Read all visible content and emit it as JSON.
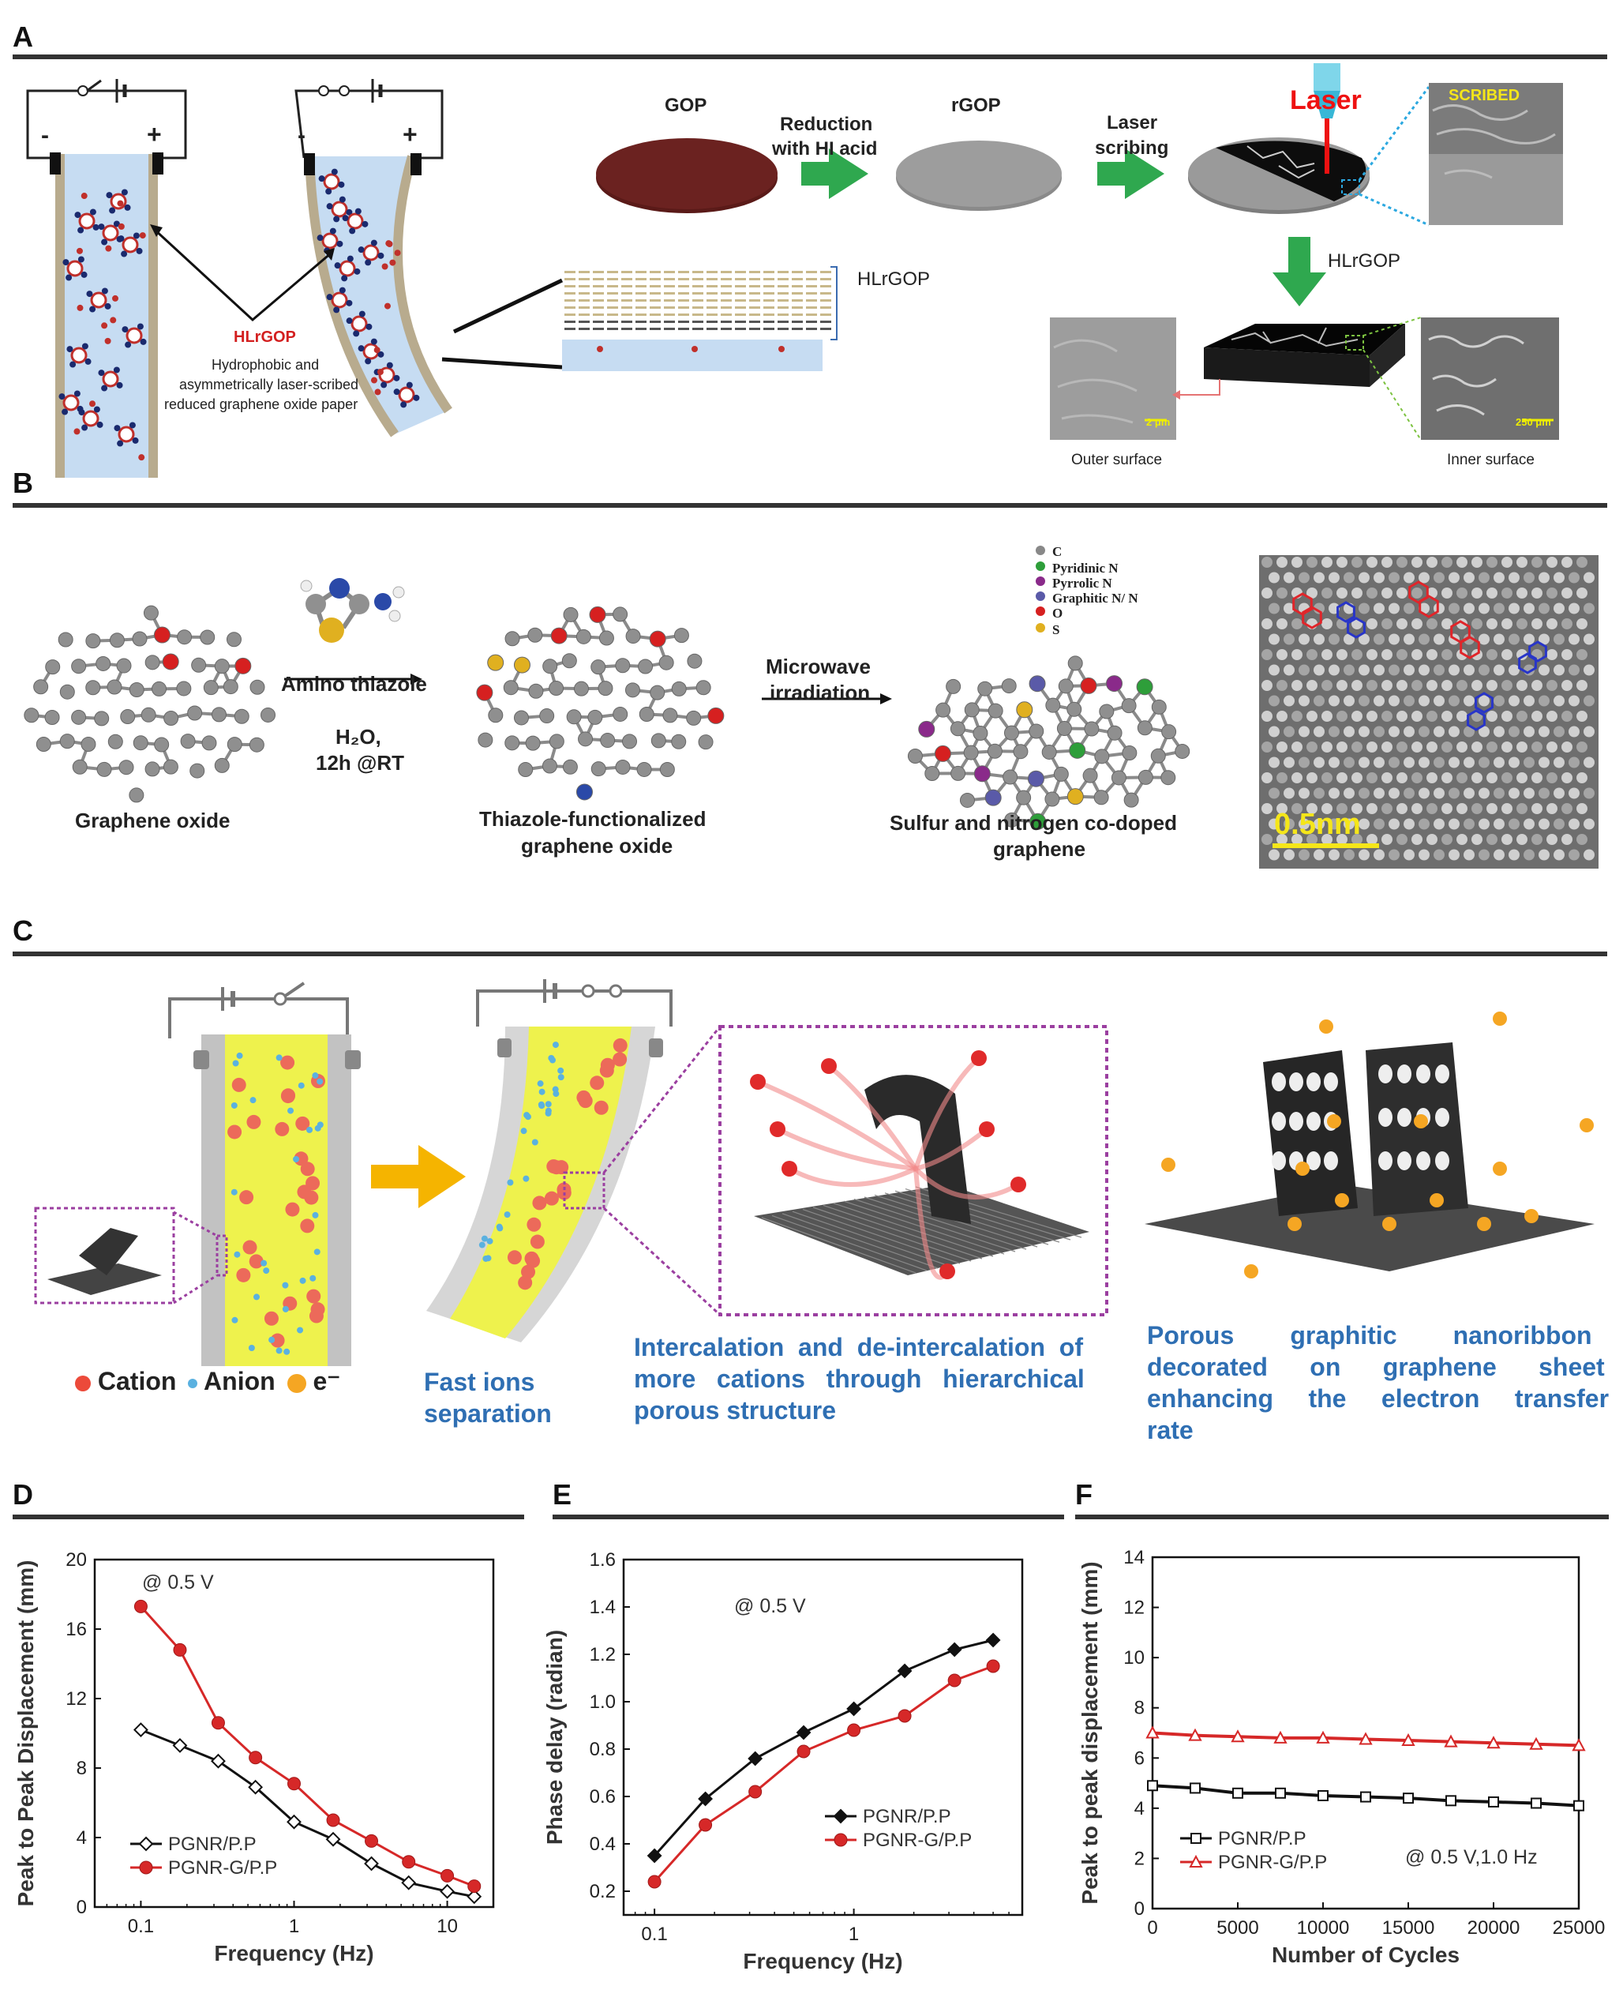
{
  "panels": {
    "A": {
      "label": "A",
      "hlrgop_red": "HLrGOP",
      "hlrgop_desc_1": "Hydrophobic and",
      "hlrgop_desc_2": "asymmetrically laser-scribed",
      "hlrgop_desc_3": "reduced graphene oxide paper",
      "gop": "GOP",
      "reduction_1": "Reduction",
      "reduction_2": "with HI acid",
      "rgop": "rGOP",
      "laser_scribing_1": "Laser",
      "laser_scribing_2": "scribing",
      "laser": "Laser",
      "scribed": "SCRIBED",
      "hlrgop_arrow": "HLrGOP",
      "hlrgop_stack": "HLrGOP",
      "scale_outer": "2 μm",
      "scale_inner": "250 μm",
      "outer_surface": "Outer surface",
      "inner_surface": "Inner surface",
      "minus": "-",
      "plus": "+"
    },
    "B": {
      "label": "B",
      "graphene_oxide": "Graphene oxide",
      "amino_thiazole": "Amino thiazole",
      "cond_1": "H₂O,",
      "cond_2": "12h @RT",
      "thiazole_1": "Thiazole-functionalized",
      "thiazole_2": "graphene oxide",
      "microwave_1": "Microwave",
      "microwave_2": "irradiation",
      "legend": [
        "C",
        "Pyridinic N",
        "Pyrrolic N",
        "Graphitic N/ N",
        "O",
        "S"
      ],
      "legend_colors": [
        "#888888",
        "#2e9e3a",
        "#8a2a8a",
        "#5a5aa8",
        "#d62020",
        "#e0b020"
      ],
      "product_1": "Sulfur and nitrogen co-doped",
      "product_2": "graphene",
      "scale_bar": "0.5nm"
    },
    "C": {
      "label": "C",
      "cation": "Cation",
      "anion": "Anion",
      "electron": "e⁻",
      "fast_ions_1": "Fast ions",
      "fast_ions_2": "separation",
      "intercal_1": "Intercalation  and  de-intercalation  of",
      "intercal_2": "more   cations   through   hierarchical",
      "intercal_3": "porous structure",
      "porous_1": "Porous        graphitic        nanoribbon",
      "porous_2": "decorated      on      graphene      sheet",
      "porous_3": "enhancing     the     electron     transfer",
      "porous_4": "rate"
    },
    "D": {
      "label": "D",
      "annotation": "@ 0.5 V"
    },
    "E": {
      "label": "E",
      "annotation": "@ 0.5 V"
    },
    "F": {
      "label": "F",
      "annotation": "@ 0.5 V,1.0 Hz"
    }
  },
  "chart_data": [
    {
      "type": "line",
      "panel": "D",
      "xlabel": "Frequency (Hz)",
      "ylabel": "Peak to Peak Displacement (mm)",
      "xscale": "log",
      "xlim": [
        0.05,
        20
      ],
      "ylim": [
        0,
        20
      ],
      "yticks": [
        "0",
        "4",
        "8",
        "12",
        "16",
        "20"
      ],
      "xticks": [
        "0.1",
        "1",
        "10"
      ],
      "legend_position": "bottom-left",
      "series": [
        {
          "name": "PGNR/P.P",
          "color": "#111111",
          "marker": "diamond-open",
          "x": [
            0.1,
            0.18,
            0.32,
            0.56,
            1.0,
            1.8,
            3.2,
            5.6,
            10,
            15
          ],
          "y": [
            10.2,
            9.3,
            8.4,
            6.9,
            4.9,
            3.9,
            2.5,
            1.4,
            0.9,
            0.6
          ]
        },
        {
          "name": "PGNR-G/P.P",
          "color": "#d62828",
          "marker": "circle-filled",
          "x": [
            0.1,
            0.18,
            0.32,
            0.56,
            1.0,
            1.8,
            3.2,
            5.6,
            10,
            15
          ],
          "y": [
            17.3,
            14.8,
            10.6,
            8.6,
            7.1,
            5.0,
            3.8,
            2.6,
            1.8,
            1.2
          ]
        }
      ]
    },
    {
      "type": "line",
      "panel": "E",
      "xlabel": "Frequency (Hz)",
      "ylabel": "Phase delay (radian)",
      "xscale": "log",
      "xlim": [
        0.07,
        7
      ],
      "ylim": [
        0.1,
        1.6
      ],
      "yticks": [
        "0.2",
        "0.4",
        "0.6",
        "0.8",
        "1.0",
        "1.2",
        "1.4",
        "1.6"
      ],
      "xticks": [
        "0.1",
        "1"
      ],
      "legend_position": "bottom-right",
      "series": [
        {
          "name": "PGNR/P.P",
          "color": "#111111",
          "marker": "diamond-filled",
          "x": [
            0.1,
            0.18,
            0.32,
            0.56,
            1.0,
            1.8,
            3.2,
            5.0
          ],
          "y": [
            0.35,
            0.59,
            0.76,
            0.87,
            0.97,
            1.13,
            1.22,
            1.26
          ]
        },
        {
          "name": "PGNR-G/P.P",
          "color": "#d62828",
          "marker": "circle-filled",
          "x": [
            0.1,
            0.18,
            0.32,
            0.56,
            1.0,
            1.8,
            3.2,
            5.0
          ],
          "y": [
            0.24,
            0.48,
            0.62,
            0.79,
            0.88,
            0.94,
            1.09,
            1.15
          ]
        }
      ]
    },
    {
      "type": "line",
      "panel": "F",
      "xlabel": "Number of Cycles",
      "ylabel": "Peak to peak displacement (mm)",
      "xlim": [
        0,
        25000
      ],
      "ylim": [
        0,
        14
      ],
      "yticks": [
        "0",
        "2",
        "4",
        "6",
        "8",
        "10",
        "12",
        "14"
      ],
      "xticks": [
        "0",
        "5000",
        "10000",
        "15000",
        "20000",
        "25000"
      ],
      "legend_position": "bottom-left",
      "series": [
        {
          "name": "PGNR/P.P",
          "color": "#111111",
          "marker": "square-open",
          "x": [
            0,
            2500,
            5000,
            7500,
            10000,
            12500,
            15000,
            17500,
            20000,
            22500,
            25000
          ],
          "y": [
            4.9,
            4.8,
            4.6,
            4.6,
            4.5,
            4.45,
            4.4,
            4.3,
            4.25,
            4.2,
            4.1
          ]
        },
        {
          "name": "PGNR-G/P.P",
          "color": "#d62828",
          "marker": "triangle-open",
          "x": [
            0,
            2500,
            5000,
            7500,
            10000,
            12500,
            15000,
            17500,
            20000,
            22500,
            25000
          ],
          "y": [
            7.0,
            6.9,
            6.85,
            6.8,
            6.8,
            6.75,
            6.7,
            6.65,
            6.6,
            6.55,
            6.5
          ]
        }
      ]
    }
  ]
}
